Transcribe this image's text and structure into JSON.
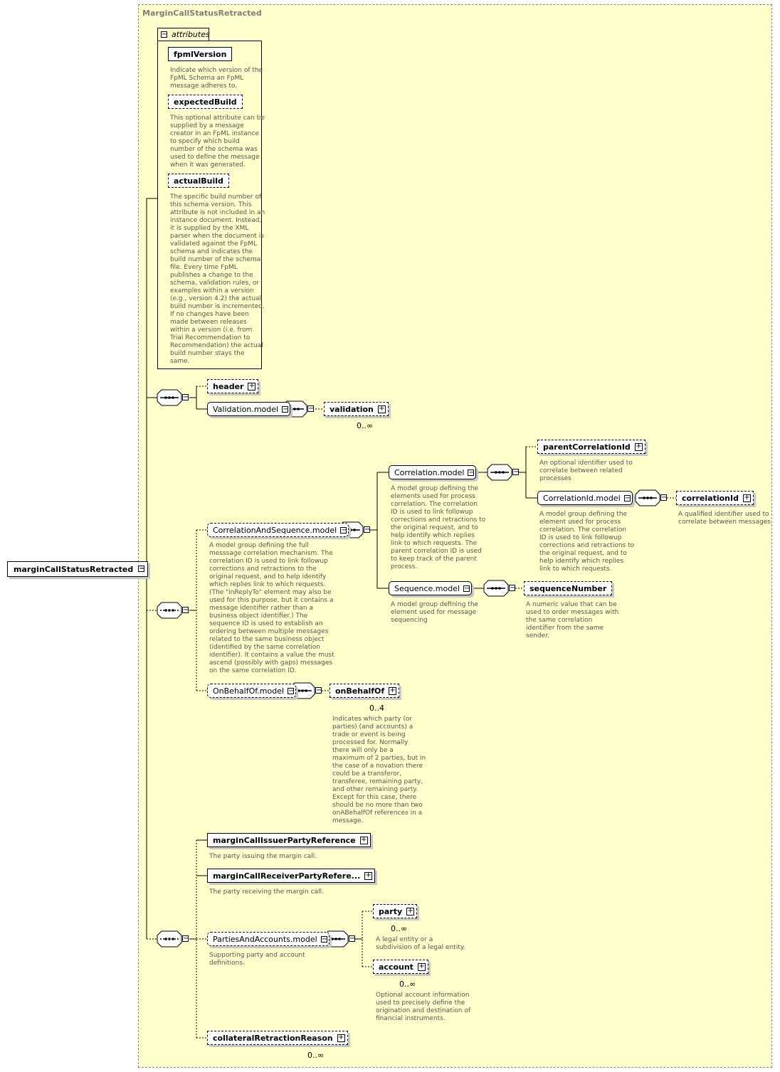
{
  "title": "MarginCallStatusRetracted",
  "root": {
    "label": "marginCallStatusRetracted"
  },
  "attributes": {
    "tab_label": "attributes",
    "items": [
      {
        "label": "fpmlVersion",
        "desc": "Indicate which version of the\nFpML Schema an FpML\nmessage adheres to."
      },
      {
        "label": "expectedBuild",
        "desc": "This optional attribute can be\nsupplied by a message\ncreator in an FpML instance\nto specify which build\nnumber of the schema was\nused to define the message\nwhen it was generated."
      },
      {
        "label": "actualBuild",
        "desc": "The specific build number of\nthis schema version. This\nattribute is not included in an\ninstance document. Instead,\nit is supplied by the XML\nparser when the document is\nvalidated against the FpML\nschema and indicates the\nbuild number of the schema\nfile. Every time FpML\npublishes a change to the\nschema, validation rules, or\nexamples within a version\n(e.g., version 4.2) the actual\nbuild number is incremented.\nIf no changes have been\nmade between releases\nwithin a version (i.e. from\nTrial Recommendation to\nRecommendation) the actual\nbuild number stays the\nsame."
      }
    ]
  },
  "nodes": {
    "header": "header",
    "validation_model": "Validation.model",
    "validation": "validation",
    "validation_card": "0..∞",
    "corr_seq_model": "CorrelationAndSequence.model",
    "corr_seq_desc": "A model group defining the full\nmesssage correlation mechanism. The\ncorrelation ID is used to link followup\ncorrections and retractions to the\noriginal request, and to help identify\nwhich replies link to which requests.\n(The \"inReplyTo\" element may also be\nused for this purpose, but it contains a\nmessage identifier rather than a\nbusiness object identifier.) The\nsequence ID is used to establish an\nordering between multiple messages\nrelated to the same business object\n(identified by the same correlation\nidentifier). It contains a value the must\nascend (possibly with gaps) messages\non the same correlation ID.",
    "correlation_model": "Correlation.model",
    "correlation_desc": "A model group defining the\nelements used for process\ncorrelation. The correlation\nID is used to link followup\ncorrections and retractions to\nthe original request, and to\nhelp identify which replies\nlink to which requests. The\nparent correlation ID is used\nto keep track of the parent\nprocess.",
    "parent_correlation_id": "parentCorrelationId",
    "parent_correlation_desc": "An optional identifier used to\ncorrelate between related\nprocesses",
    "correlation_id_model": "CorrelationId.model",
    "correlation_id_model_desc": "A model group defining the\nelement used for process\ncorrelation. The correlation\nID is used to link followup\ncorrections and retractions to\nthe original request, and to\nhelp identify which replies\nlink to which requests.",
    "correlation_id": "correlationId",
    "correlation_id_desc": "A qualified identifier used to\ncorrelate between messages",
    "sequence_model": "Sequence.model",
    "sequence_model_desc": "A model group defining the\nelement used for message\nsequencing",
    "sequence_number": "sequenceNumber",
    "sequence_number_desc": "A numeric value that can be\nused to order messages with\nthe same correlation\nidentifier from the same\nsender.",
    "on_behalf_of_model": "OnBehalfOf.model",
    "on_behalf_of": "onBehalfOf",
    "on_behalf_of_card": "0..4",
    "on_behalf_of_desc": "Indicates which party (or\nparties) (and accounts) a\ntrade or event is being\nprocessed for. Normally\nthere will only be a\nmaximum of 2 parties, but in\nthe case of a novation there\ncould be a transferor,\ntransferee, remaining party,\nand other remaining party.\nExcept for this case, there\nshould be no more than two\nonABehalfOf references in a\nmessage.",
    "issuer_ref": "marginCallIssuerPartyReference",
    "issuer_ref_desc": "The party issuing the margin call.",
    "receiver_ref": "marginCallReceiverPartyRefere...",
    "receiver_ref_desc": "The party receiving the margin call.",
    "parties_model": "PartiesAndAccounts.model",
    "parties_model_desc": "Supporting party and account\ndefinitions.",
    "party": "party",
    "party_card": "0..∞",
    "party_desc": "A legal entity or a\nsubdivision of a legal entity.",
    "account": "account",
    "account_card": "0..∞",
    "account_desc": "Optional account information\nused to precisely define the\norigination and destination of\nfinancial instruments.",
    "retraction_reason": "collateralRetractionReason",
    "retraction_reason_card": "0..∞"
  }
}
